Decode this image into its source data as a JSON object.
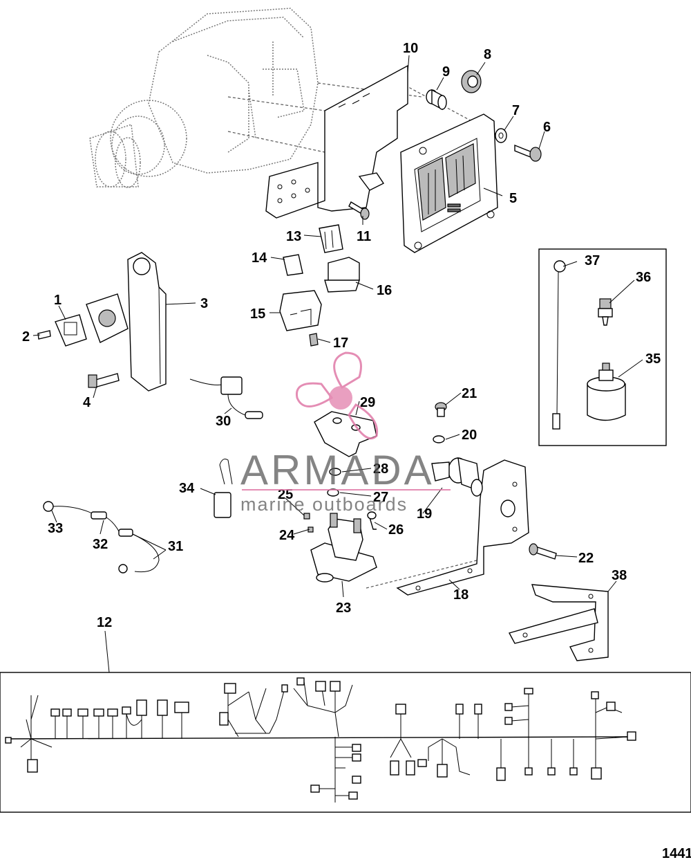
{
  "diagram": {
    "callouts": [
      {
        "id": "1",
        "text": "1"
      },
      {
        "id": "2",
        "text": "2"
      },
      {
        "id": "3",
        "text": "3"
      },
      {
        "id": "4",
        "text": "4"
      },
      {
        "id": "5",
        "text": "5"
      },
      {
        "id": "6",
        "text": "6"
      },
      {
        "id": "7",
        "text": "7"
      },
      {
        "id": "8",
        "text": "8"
      },
      {
        "id": "9",
        "text": "9"
      },
      {
        "id": "10",
        "text": "10"
      },
      {
        "id": "11",
        "text": "11"
      },
      {
        "id": "12",
        "text": "12"
      },
      {
        "id": "13",
        "text": "13"
      },
      {
        "id": "14",
        "text": "14"
      },
      {
        "id": "15",
        "text": "15"
      },
      {
        "id": "16",
        "text": "16"
      },
      {
        "id": "17",
        "text": "17"
      },
      {
        "id": "18",
        "text": "18"
      },
      {
        "id": "19",
        "text": "19"
      },
      {
        "id": "20",
        "text": "20"
      },
      {
        "id": "21",
        "text": "21"
      },
      {
        "id": "22",
        "text": "22"
      },
      {
        "id": "23",
        "text": "23"
      },
      {
        "id": "24",
        "text": "24"
      },
      {
        "id": "25",
        "text": "25"
      },
      {
        "id": "26",
        "text": "26"
      },
      {
        "id": "27",
        "text": "27"
      },
      {
        "id": "28",
        "text": "28"
      },
      {
        "id": "29",
        "text": "29"
      },
      {
        "id": "30",
        "text": "30"
      },
      {
        "id": "31",
        "text": "31"
      },
      {
        "id": "32",
        "text": "32"
      },
      {
        "id": "33",
        "text": "33"
      },
      {
        "id": "34",
        "text": "34"
      },
      {
        "id": "35",
        "text": "35"
      },
      {
        "id": "36",
        "text": "36"
      },
      {
        "id": "37",
        "text": "37"
      },
      {
        "id": "38",
        "text": "38"
      }
    ],
    "figure_number": "1441"
  },
  "watermark": {
    "brand": "ARMADA",
    "tagline": "marine outboards",
    "logo_color": "#e07aa8"
  }
}
